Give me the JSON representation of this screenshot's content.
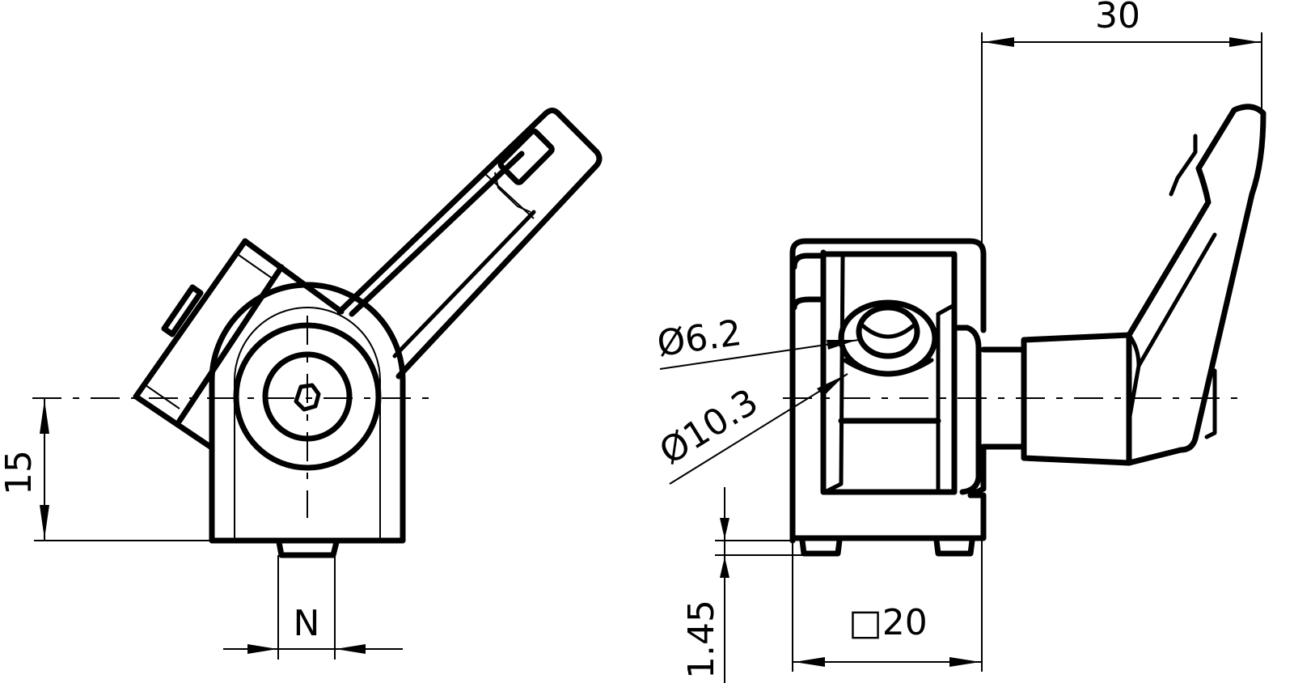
{
  "drawing": {
    "title": "Angle clamping lever technical drawing",
    "views": [
      "side-view",
      "front-view"
    ],
    "dimensions": {
      "width_30": "30",
      "diameter_6_2": "Ø6.2",
      "diameter_10_3": "Ø10.3",
      "height_15": "15",
      "slot_N": "N",
      "offset_1_45": "1.45",
      "square_20": "□20"
    },
    "colors": {
      "line": "#000000",
      "background": "#ffffff"
    }
  }
}
